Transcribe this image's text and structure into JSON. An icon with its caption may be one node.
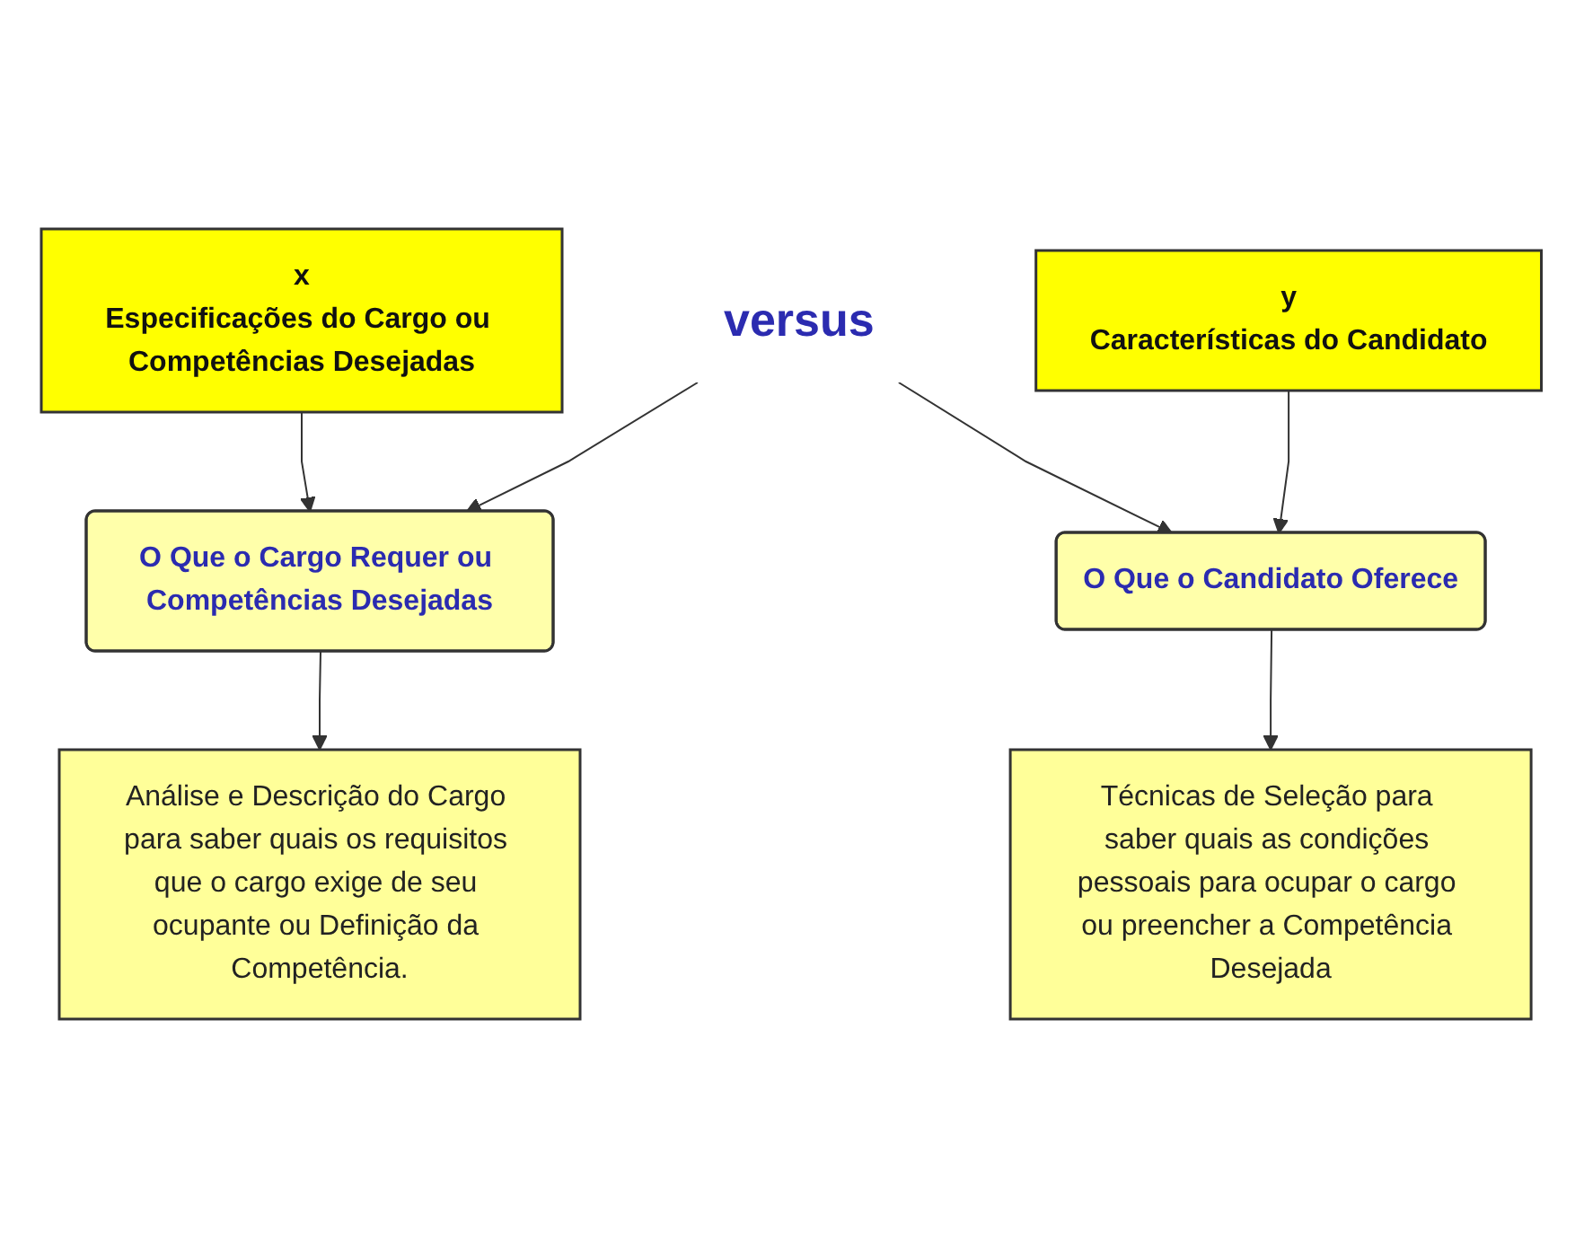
{
  "diagram": {
    "nodes": [
      {
        "text": [
          "x",
          "Especificações do Cargo ou Competências Desejadas"
        ]
      },
      {
        "text": [
          "y",
          "Características do Candidato"
        ]
      },
      {
        "text": [
          "O Que o Cargo Requer ou Competências Desejadas"
        ]
      },
      {
        "text": [
          "versus"
        ]
      },
      {
        "text": [
          "O Que o Candidato Oferece"
        ]
      },
      {
        "text": [
          "Análise e Descrição do Cargo para saber quais os requisitos que o cargo exige de seu ocupante ou Definição da Competência."
        ]
      },
      {
        "text": [
          "Técnicas de Seleção para saber quais as condições pessoais para ocupar o cargo ou preencher a Competência Desejada"
        ]
      }
    ],
    "edges": [
      {
        "from": 0,
        "to": 2,
        "arrow": "to"
      },
      {
        "from": 1,
        "to": 4,
        "arrow": "to"
      },
      {
        "from": 3,
        "to": 2,
        "arrow": "to"
      },
      {
        "from": 3,
        "to": 4,
        "arrow": "to"
      },
      {
        "from": 2,
        "to": 5,
        "arrow": "to"
      },
      {
        "from": 4,
        "to": 6,
        "arrow": "to"
      }
    ]
  }
}
